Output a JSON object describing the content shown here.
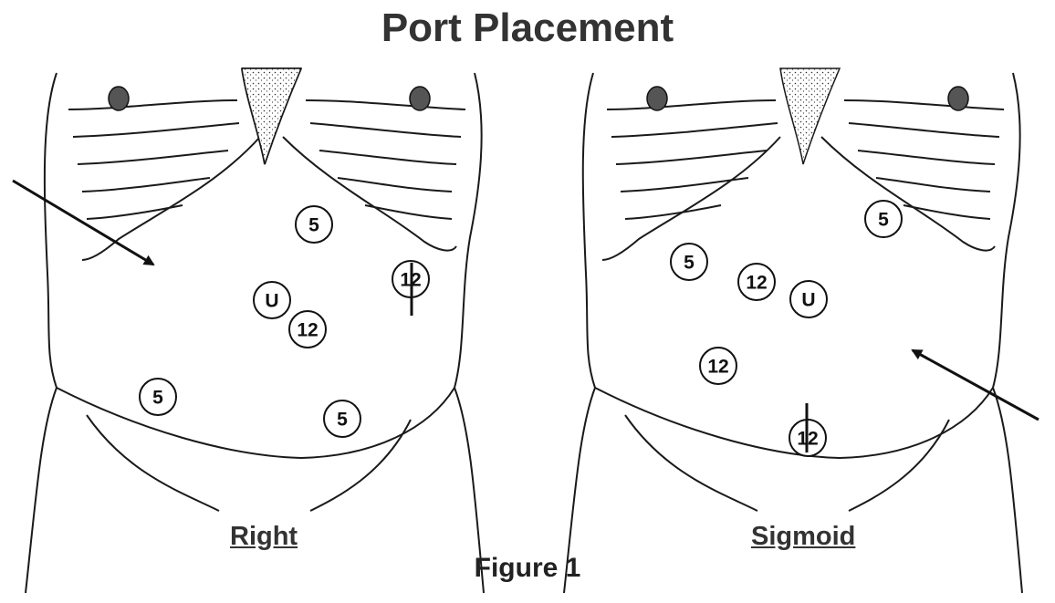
{
  "title": "Port Placement",
  "caption": "Figure 1",
  "colors": {
    "ink": "#1a1a1a",
    "paper": "#ffffff"
  },
  "panels": [
    {
      "label": "Right",
      "ports": [
        {
          "label": "5"
        },
        {
          "label": "12"
        },
        {
          "label": "U"
        },
        {
          "label": "12"
        },
        {
          "label": "5"
        },
        {
          "label": "5"
        }
      ]
    },
    {
      "label": "Sigmoid",
      "ports": [
        {
          "label": "5"
        },
        {
          "label": "5"
        },
        {
          "label": "12"
        },
        {
          "label": "U"
        },
        {
          "label": "12"
        },
        {
          "label": "12"
        }
      ]
    }
  ]
}
